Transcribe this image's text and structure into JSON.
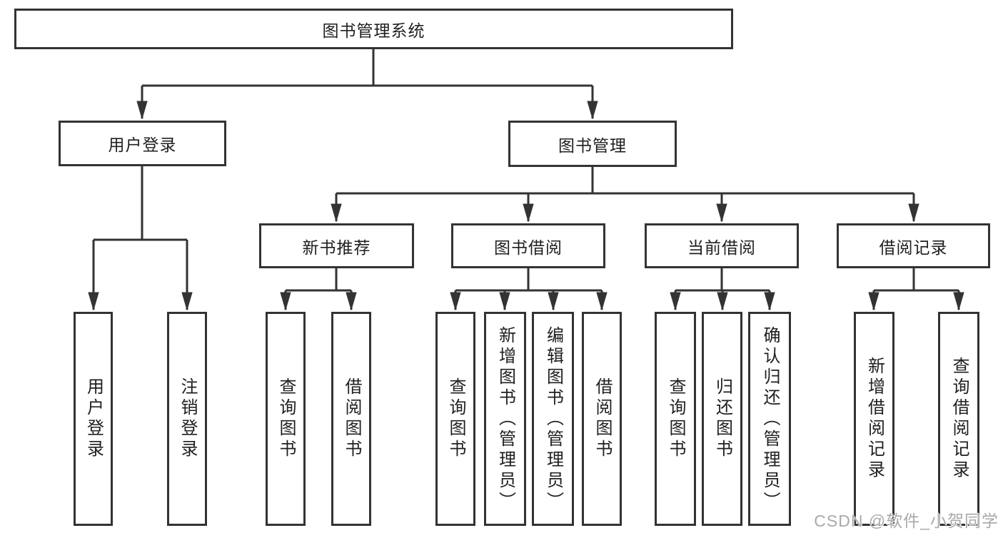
{
  "page": {
    "background": "#ffffff",
    "line_color": "#333333",
    "watermark": "CSDN @软件_小贺同学"
  },
  "nodes": {
    "root": "图书管理系统",
    "level2": {
      "user_login": "用户登录",
      "book_management": "图书管理"
    },
    "level3": {
      "new_book_recommend": "新书推荐",
      "book_borrow": "图书借阅",
      "current_borrow": "当前借阅",
      "borrow_records": "借阅记录"
    },
    "leaves": {
      "user_login": "用户登录",
      "logout": "注销登录",
      "rec_query_books": "查询图书",
      "rec_borrow_books": "借阅图书",
      "bb_query_books": "查询图书",
      "bb_add_books": "新增图书（管理员）",
      "bb_edit_books": "编辑图书（管理员）",
      "bb_borrow_books": "借阅图书",
      "cb_query_books": "查询图书",
      "cb_return_books": "归还图书",
      "cb_confirm_return": "确认归还（管理员）",
      "br_add_record": "新增借阅记录",
      "br_query_record": "查询借阅记录"
    }
  }
}
